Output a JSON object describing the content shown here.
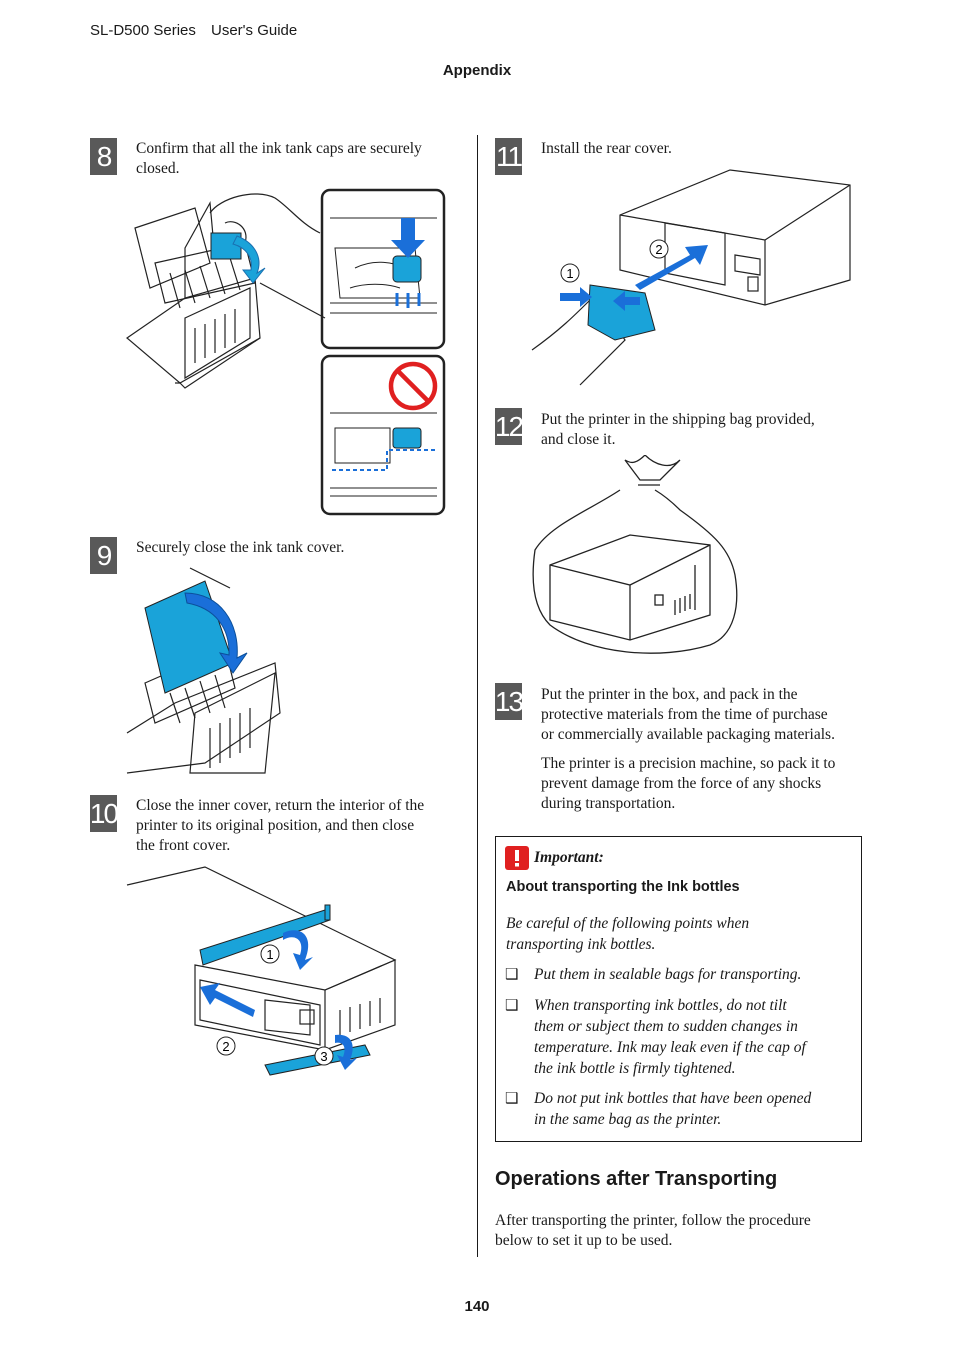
{
  "header": {
    "product": "SL-D500 Series",
    "guide": "User's Guide",
    "section": "Appendix"
  },
  "steps": [
    {
      "num": "8",
      "lines": [
        "Confirm that all the ink tank caps are securely",
        "closed."
      ]
    },
    {
      "num": "9",
      "lines": [
        "Securely close the ink tank cover."
      ]
    },
    {
      "num": "10",
      "lines": [
        "Close the inner cover, return the interior of the",
        "printer to its original position, and then close",
        "the front cover."
      ]
    },
    {
      "num": "11",
      "lines": [
        "Install the rear cover."
      ]
    },
    {
      "num": "12",
      "lines": [
        "Put the printer in the shipping bag provided,",
        "and close it."
      ]
    },
    {
      "num": "13",
      "lines": [
        "Put the printer in the box, and pack in the",
        "protective materials from the time of purchase",
        "or commercially available packaging materials."
      ]
    }
  ],
  "step13_note": [
    "The printer is a precision machine, so pack it to",
    "prevent damage from the force of any shocks",
    "during transportation."
  ],
  "important": {
    "label": "Important:",
    "title": "About transporting the Ink bottles",
    "intro": [
      "Be careful of the following points when",
      "transporting ink bottles."
    ],
    "bullets": [
      [
        "Put them in sealable bags for transporting."
      ],
      [
        "When transporting ink bottles, do not tilt",
        "them or subject them to sudden changes in",
        "temperature. Ink may leak even if the cap of",
        "the ink bottle is firmly tightened."
      ],
      [
        "Do not put ink bottles that have been opened",
        "in the same bag as the printer."
      ]
    ]
  },
  "operations": {
    "heading": "Operations after Transporting",
    "lines": [
      "After transporting the printer, follow the procedure",
      "below to set it up to be used."
    ]
  },
  "callouts": {
    "one": "1",
    "two": "2",
    "three": "3"
  },
  "page_number": "140",
  "colors": {
    "accent": "#1aa3d9",
    "step_bg": "#595959",
    "warning": "#e02020"
  }
}
